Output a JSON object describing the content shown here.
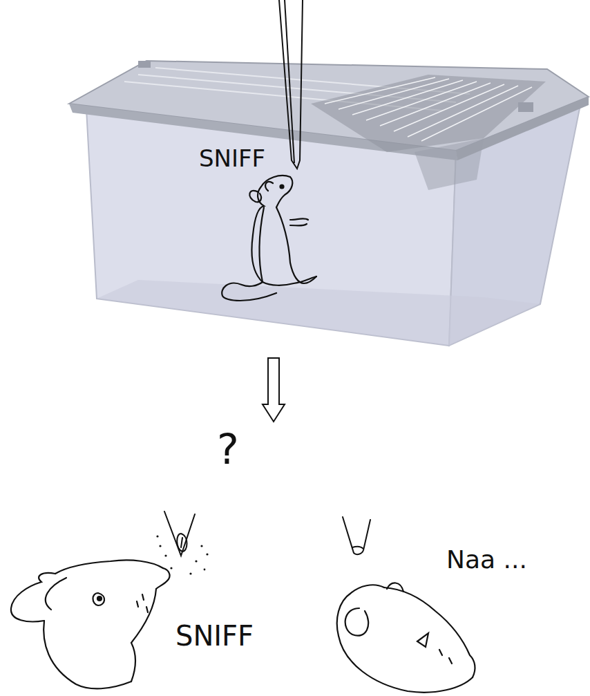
{
  "diagram": {
    "labels": [
      "SNIFF",
      "?",
      "SNIFF",
      "Naa ..."
    ]
  }
}
